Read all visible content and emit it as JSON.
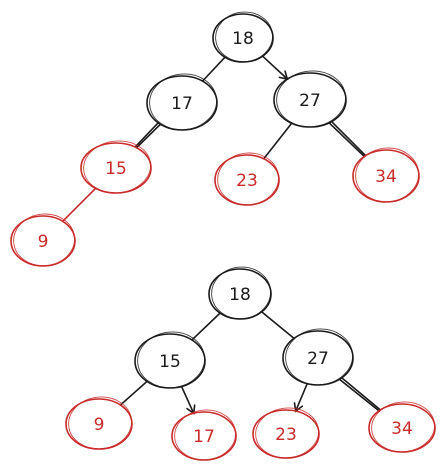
{
  "colors": {
    "black": "#1a1a1a",
    "red": "#c92a2a"
  },
  "trees": [
    {
      "nodes": [
        {
          "id": "t1-18",
          "label": "18",
          "color": "black"
        },
        {
          "id": "t1-17",
          "label": "17",
          "color": "black"
        },
        {
          "id": "t1-27",
          "label": "27",
          "color": "black"
        },
        {
          "id": "t1-15",
          "label": "15",
          "color": "red"
        },
        {
          "id": "t1-23",
          "label": "23",
          "color": "red"
        },
        {
          "id": "t1-34",
          "label": "34",
          "color": "red"
        },
        {
          "id": "t1-9",
          "label": "9",
          "color": "red"
        }
      ],
      "edges": [
        {
          "from": "t1-18",
          "to": "t1-17",
          "color": "black"
        },
        {
          "from": "t1-18",
          "to": "t1-27",
          "color": "black",
          "arrow": true
        },
        {
          "from": "t1-17",
          "to": "t1-15",
          "color": "black",
          "double": true
        },
        {
          "from": "t1-27",
          "to": "t1-23",
          "color": "black"
        },
        {
          "from": "t1-27",
          "to": "t1-34",
          "color": "black",
          "double": true
        },
        {
          "from": "t1-15",
          "to": "t1-9",
          "color": "red"
        }
      ]
    },
    {
      "nodes": [
        {
          "id": "t2-18",
          "label": "18",
          "color": "black"
        },
        {
          "id": "t2-15",
          "label": "15",
          "color": "black"
        },
        {
          "id": "t2-27",
          "label": "27",
          "color": "black"
        },
        {
          "id": "t2-9",
          "label": "9",
          "color": "red"
        },
        {
          "id": "t2-17",
          "label": "17",
          "color": "red"
        },
        {
          "id": "t2-23",
          "label": "23",
          "color": "red"
        },
        {
          "id": "t2-34",
          "label": "34",
          "color": "red"
        }
      ],
      "edges": [
        {
          "from": "t2-18",
          "to": "t2-15",
          "color": "black"
        },
        {
          "from": "t2-18",
          "to": "t2-27",
          "color": "black"
        },
        {
          "from": "t2-15",
          "to": "t2-9",
          "color": "black"
        },
        {
          "from": "t2-15",
          "to": "t2-17",
          "color": "black",
          "arrow": true
        },
        {
          "from": "t2-27",
          "to": "t2-23",
          "color": "black",
          "arrow": true
        },
        {
          "from": "t2-27",
          "to": "t2-34",
          "color": "black",
          "double": true
        }
      ]
    }
  ]
}
